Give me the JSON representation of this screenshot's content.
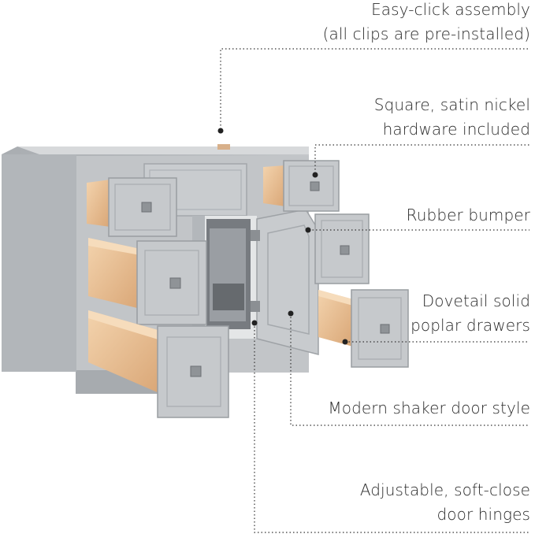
{
  "callouts": {
    "assembly": {
      "line1": "Easy-click assembly",
      "line2": "(all clips are pre-installed)"
    },
    "hardware": {
      "line1": "Square, satin nickel",
      "line2": "hardware included"
    },
    "bumper": {
      "line1": "Rubber bumper"
    },
    "drawers": {
      "line1": "Dovetail solid",
      "line2": "poplar drawers"
    },
    "door_style": {
      "line1": "Modern shaker door style"
    },
    "hinges": {
      "line1": "Adjustable, soft-close",
      "line2": "door hinges"
    }
  },
  "colors": {
    "cabinet": "#b9bcbf",
    "cabinet_dark": "#8f9397",
    "drawer_wood": "#e9c59c",
    "leader_line": "#333333"
  }
}
